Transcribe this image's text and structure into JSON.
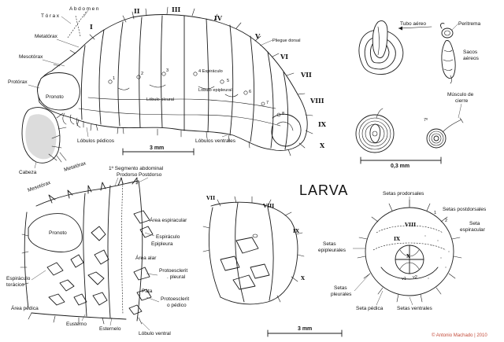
{
  "title": "LARVA",
  "credit": "© Antonio Machado | 2010",
  "scales": {
    "main": "3 mm",
    "spiracle": "0,3 mm",
    "bottom": "3 mm"
  },
  "lateral": {
    "torax": "Tórax",
    "abdomen": "Abdomen",
    "segments": [
      "I",
      "II",
      "III",
      "IV",
      "V",
      "VI",
      "VII",
      "VIII",
      "IX",
      "X"
    ],
    "spiracle_numbers": [
      "1",
      "2",
      "3",
      "4",
      "5",
      "6",
      "7",
      "8"
    ],
    "labels": {
      "metatorax": "Metatórax",
      "mesotorax": "Mesotórax",
      "protorax": "Protórax",
      "pronoto": "Pronoto",
      "cabeza": "Cabeza",
      "lobulos_pedicos": "Lóbulos pédicos",
      "lobulo_pleural": "Lóbulo pleural",
      "lobulo_epipleural": "Lóbulo epipleural",
      "espiraculo": "4 Espiráculo",
      "pliegue_dorsal": "Pliegue dorsal",
      "lobulos_ventrales": "Lóbulos ventrales"
    }
  },
  "spiracle": {
    "tubo_aereo": "Tubo aéreo",
    "peritrema": "Peritrema",
    "sacos_aereos": "Sacos aéreos",
    "musculo_cierre": "Músculo de cierre",
    "number": "7º"
  },
  "thorax": {
    "mesotorax": "Mesotórax",
    "metatorax": "Metatórax",
    "segmento_abdominal": "1º Segmento abdominal",
    "prodorso": "Prodorso",
    "postdorso": "Postdorso",
    "pronoto": "Pronoto",
    "area_espiracular": "Área espiracular",
    "espiraculo": "Espiráculo",
    "epipleura": "Epipleura",
    "area_alar": "Área alar",
    "protoesclerito_pleural": "Protoesclerit. pleural",
    "espiraculo_toracico": "Espiráculo torácico",
    "pata": "Pata",
    "protoesclerito_pedico": "Protoesclerito pédico",
    "area_pedica": "Área pédica",
    "eusterno": "Eusterno",
    "esternelo": "Esternelo",
    "lobulo_ventral": "Lóbulo ventral"
  },
  "abdomen_end": {
    "segments": [
      "VII",
      "VIII",
      "IX",
      "X"
    ]
  },
  "rear_view": {
    "setas_prodorsales": "Setas prodorsales",
    "setas_postdorsales": "Setas postdorsales",
    "seta_espiracular": "Seta espiracular",
    "setas_epipleurales": "Setas epipleurales",
    "setas_pleurales": "Setas pleurales",
    "seta_pedica": "Seta pédica",
    "setas_ventrales": "Setas ventrales",
    "segments": [
      "VIII",
      "IX",
      "X"
    ],
    "numbers": [
      "1",
      "2"
    ],
    "v_labels": [
      "v1",
      "v2"
    ]
  }
}
